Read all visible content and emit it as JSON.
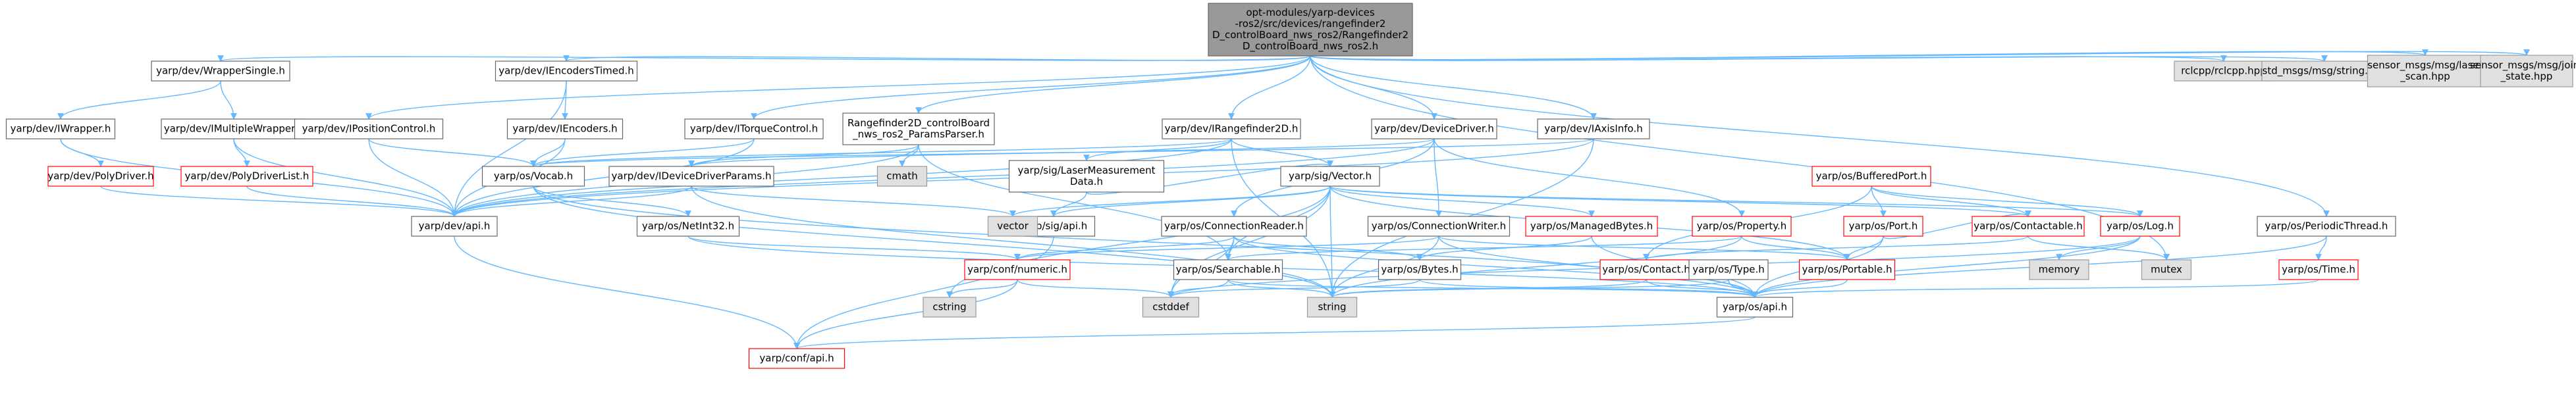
{
  "graph": {
    "colors": {
      "edge": "#63b8ff",
      "node_fill": "#ffffff",
      "node_border": "#666666",
      "ext_fill": "#e0e0e0",
      "ext_border": "#999999",
      "root_fill": "#999999",
      "root_border": "#666666",
      "red_border": "#ff0000",
      "text": "#000000"
    },
    "nodes": [
      {
        "id": "root",
        "style": "root",
        "lines": [
          "opt-modules/yarp-devices",
          "-ros2/src/devices/rangefinder2",
          "D_controlBoard_nws_ros2/Rangefinder2",
          "D_controlBoard_nws_ros2.h"
        ]
      },
      {
        "id": "wrapper_single",
        "style": "normal",
        "lines": [
          "yarp/dev/WrapperSingle.h"
        ]
      },
      {
        "id": "iencoders_timed",
        "style": "normal",
        "lines": [
          "yarp/dev/IEncodersTimed.h"
        ]
      },
      {
        "id": "rclcpp",
        "style": "ext",
        "lines": [
          "rclcpp/rclcpp.hpp"
        ]
      },
      {
        "id": "std_msgs",
        "style": "ext",
        "lines": [
          "std_msgs/msg/string.hpp"
        ]
      },
      {
        "id": "laser_scan",
        "style": "ext",
        "lines": [
          "sensor_msgs/msg/laser",
          "_scan.hpp"
        ]
      },
      {
        "id": "joint_state",
        "style": "ext",
        "lines": [
          "sensor_msgs/msg/joint",
          "_state.hpp"
        ]
      },
      {
        "id": "iwrapper",
        "style": "normal",
        "lines": [
          "yarp/dev/IWrapper.h"
        ]
      },
      {
        "id": "imultiplewrapper",
        "style": "normal",
        "lines": [
          "yarp/dev/IMultipleWrapper.h"
        ]
      },
      {
        "id": "ipositioncontrol",
        "style": "normal",
        "lines": [
          "yarp/dev/IPositionControl.h"
        ]
      },
      {
        "id": "iencoders",
        "style": "normal",
        "lines": [
          "yarp/dev/IEncoders.h"
        ]
      },
      {
        "id": "itorquecontrol",
        "style": "normal",
        "lines": [
          "yarp/dev/ITorqueControl.h"
        ]
      },
      {
        "id": "params_parser",
        "style": "normal",
        "lines": [
          "Rangefinder2D_controlBoard",
          "_nws_ros2_ParamsParser.h"
        ]
      },
      {
        "id": "irangefinder2d",
        "style": "normal",
        "lines": [
          "yarp/dev/IRangefinder2D.h"
        ]
      },
      {
        "id": "devicedriver",
        "style": "normal",
        "lines": [
          "yarp/dev/DeviceDriver.h"
        ]
      },
      {
        "id": "iaxisinfo",
        "style": "normal",
        "lines": [
          "yarp/dev/IAxisInfo.h"
        ]
      },
      {
        "id": "polydriver",
        "style": "red",
        "lines": [
          "yarp/dev/PolyDriver.h"
        ]
      },
      {
        "id": "polydriverlist",
        "style": "red",
        "lines": [
          "yarp/dev/PolyDriverList.h"
        ]
      },
      {
        "id": "vocab",
        "style": "normal",
        "lines": [
          "yarp/os/Vocab.h"
        ]
      },
      {
        "id": "cmath",
        "style": "ext",
        "lines": [
          "cmath"
        ]
      },
      {
        "id": "idevicedriverparams",
        "style": "normal",
        "lines": [
          "yarp/dev/IDeviceDriverParams.h"
        ]
      },
      {
        "id": "lasermeasurement",
        "style": "normal",
        "lines": [
          "yarp/sig/LaserMeasurement",
          "Data.h"
        ]
      },
      {
        "id": "sigvector",
        "style": "normal",
        "lines": [
          "yarp/sig/Vector.h"
        ]
      },
      {
        "id": "bufferedport",
        "style": "red",
        "lines": [
          "yarp/os/BufferedPort.h"
        ]
      },
      {
        "id": "periodicthread",
        "style": "normal",
        "lines": [
          "yarp/os/PeriodicThread.h"
        ]
      },
      {
        "id": "devapi",
        "style": "normal",
        "lines": [
          "yarp/dev/api.h"
        ]
      },
      {
        "id": "netint32",
        "style": "normal",
        "lines": [
          "yarp/os/NetInt32.h"
        ]
      },
      {
        "id": "sigapi",
        "style": "normal",
        "lines": [
          "yarp/sig/api.h"
        ]
      },
      {
        "id": "vector",
        "style": "ext",
        "lines": [
          "vector"
        ]
      },
      {
        "id": "connectionreader",
        "style": "normal",
        "lines": [
          "yarp/os/ConnectionReader.h"
        ]
      },
      {
        "id": "connectionwriter",
        "style": "normal",
        "lines": [
          "yarp/os/ConnectionWriter.h"
        ]
      },
      {
        "id": "managedbytes",
        "style": "red",
        "lines": [
          "yarp/os/ManagedBytes.h"
        ]
      },
      {
        "id": "property",
        "style": "red",
        "lines": [
          "yarp/os/Property.h"
        ]
      },
      {
        "id": "port",
        "style": "red",
        "lines": [
          "yarp/os/Port.h"
        ]
      },
      {
        "id": "contactable",
        "style": "red",
        "lines": [
          "yarp/os/Contactable.h"
        ]
      },
      {
        "id": "log",
        "style": "red",
        "lines": [
          "yarp/os/Log.h"
        ]
      },
      {
        "id": "confnumeric",
        "style": "red",
        "lines": [
          "yarp/conf/numeric.h"
        ]
      },
      {
        "id": "searchable",
        "style": "normal",
        "lines": [
          "yarp/os/Searchable.h"
        ]
      },
      {
        "id": "bytes",
        "style": "normal",
        "lines": [
          "yarp/os/Bytes.h"
        ]
      },
      {
        "id": "contact",
        "style": "red",
        "lines": [
          "yarp/os/Contact.h"
        ]
      },
      {
        "id": "type",
        "style": "normal",
        "lines": [
          "yarp/os/Type.h"
        ]
      },
      {
        "id": "portable",
        "style": "red",
        "lines": [
          "yarp/os/Portable.h"
        ]
      },
      {
        "id": "memory",
        "style": "ext",
        "lines": [
          "memory"
        ]
      },
      {
        "id": "mutex",
        "style": "ext",
        "lines": [
          "mutex"
        ]
      },
      {
        "id": "ostime",
        "style": "red",
        "lines": [
          "yarp/os/Time.h"
        ]
      },
      {
        "id": "cstring",
        "style": "ext",
        "lines": [
          "cstring"
        ]
      },
      {
        "id": "cstddef",
        "style": "ext",
        "lines": [
          "cstddef"
        ]
      },
      {
        "id": "string",
        "style": "ext",
        "lines": [
          "string"
        ]
      },
      {
        "id": "osapi",
        "style": "normal",
        "lines": [
          "yarp/os/api.h"
        ]
      },
      {
        "id": "confapi",
        "style": "red",
        "lines": [
          "yarp/conf/api.h"
        ]
      }
    ]
  }
}
